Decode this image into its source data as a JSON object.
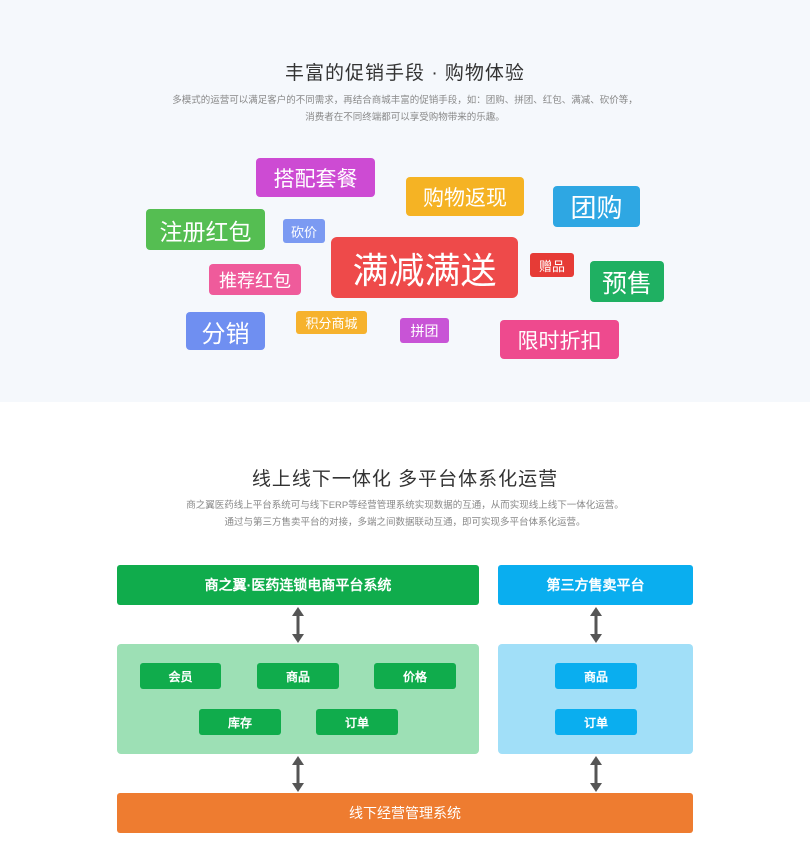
{
  "promo": {
    "title": "丰富的促销手段 · 购物体验",
    "desc_line1": "多模式的运营可以满足客户的不同需求，再结合商城丰富的促销手段，如：团购、拼团、红包、满减、砍价等，",
    "desc_line2": "消费者在不同终端都可以享受购物带来的乐趣。",
    "tags": [
      {
        "id": "tag-bundle",
        "text": "搭配套餐",
        "color": "#cd4bd3"
      },
      {
        "id": "tag-cashback",
        "text": "购物返现",
        "color": "#f5b324"
      },
      {
        "id": "tag-groupbuy",
        "text": "团购",
        "color": "#2ea7e3"
      },
      {
        "id": "tag-register-redpack",
        "text": "注册红包",
        "color": "#55be52"
      },
      {
        "id": "tag-bargain",
        "text": "砍价",
        "color": "#7b9af2"
      },
      {
        "id": "tag-full-reduction",
        "text": "满减满送",
        "color": "#ee4a4a"
      },
      {
        "id": "tag-gift",
        "text": "赠品",
        "color": "#e63b36"
      },
      {
        "id": "tag-presale",
        "text": "预售",
        "color": "#1fb062"
      },
      {
        "id": "tag-referral-redpack",
        "text": "推荐红包",
        "color": "#ef5b9b"
      },
      {
        "id": "tag-distribution",
        "text": "分销",
        "color": "#6f8ff1"
      },
      {
        "id": "tag-points-mall",
        "text": "积分商城",
        "color": "#f6b22d"
      },
      {
        "id": "tag-group-deal",
        "text": "拼团",
        "color": "#c854d6"
      },
      {
        "id": "tag-limited-discount",
        "text": "限时折扣",
        "color": "#ee4a8e"
      }
    ]
  },
  "o2o": {
    "title": "线上线下一体化 多平台体系化运营",
    "desc_line1": "商之翼医药线上平台系统可与线下ERP等经营管理系统实现数据的互通，从而实现线上线下一体化运营。",
    "desc_line2": "通过与第三方售卖平台的对接，多端之间数据联动互通，即可实现多平台体系化运营。",
    "platform_label": "商之翼·医药连锁电商平台系统",
    "third_party_label": "第三方售卖平台",
    "offline_label": "线下经营管理系统",
    "platform_modules": [
      "会员",
      "商品",
      "价格",
      "库存",
      "订单"
    ],
    "third_party_modules": [
      "商品",
      "订单"
    ],
    "colors": {
      "green": "#10ac4c",
      "green_panel": "#9de0b5",
      "blue": "#0aaeef",
      "blue_panel": "#a1dff8",
      "orange": "#ee7c30",
      "arrow": "#555555"
    }
  }
}
